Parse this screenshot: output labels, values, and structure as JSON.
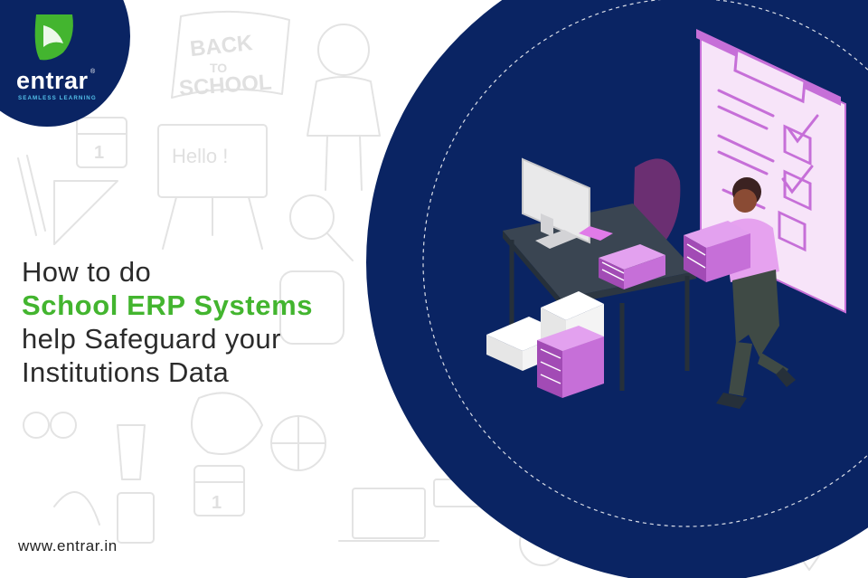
{
  "brand": {
    "name": "entrar",
    "registered": "®",
    "tagline": "SEAMLESS LEARNING",
    "logo_icon": "leaf-icon",
    "color_primary": "#0a2463",
    "color_leaf": "#43b52f"
  },
  "headline": {
    "line1": "How to do",
    "line2": "School ERP Systems",
    "line3": "help Safeguard your",
    "line4": "Institutions Data"
  },
  "background_doodle": {
    "board_text": "Hello !",
    "sign_line1": "BACK",
    "sign_line2": "TO",
    "sign_line3": "SCHOOL",
    "calendar_top": "1",
    "calendar_bottom": "1"
  },
  "website": "www.entrar.in",
  "colors": {
    "accent_green": "#43b52f",
    "navy": "#0a2463",
    "purple": "#c66fd8",
    "light_pink": "#f7e4f9"
  }
}
